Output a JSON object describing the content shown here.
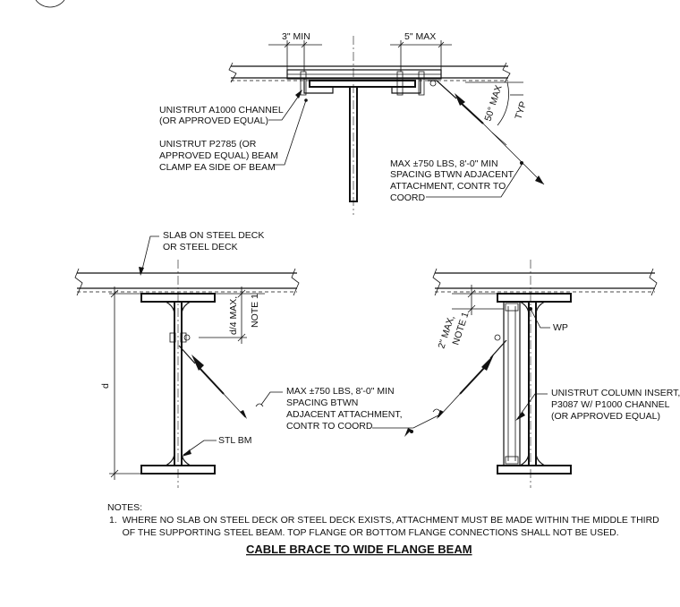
{
  "top_detail": {
    "dim_left": "3\" MIN",
    "dim_right": "5\" MAX",
    "angle_label": "50° MAX",
    "typ_label": "TYP",
    "callout_channel": [
      "UNISTRUT A1000 CHANNEL",
      "(OR APPROVED EQUAL)"
    ],
    "callout_clamp": [
      "UNISTRUT P2785 (OR",
      "APPROVED EQUAL) BEAM",
      "CLAMP EA SIDE OF BEAM"
    ],
    "callout_max": [
      "MAX ±750 LBS, 8'-0\" MIN",
      "SPACING BTWN ADJACENT",
      "ATTACHMENT, CONTR TO",
      "COORD"
    ]
  },
  "left_detail": {
    "callout_slab": [
      "SLAB ON STEEL DECK",
      "OR STEEL DECK"
    ],
    "dim_d4": "d/4 MAX,",
    "dim_note1": "NOTE 1",
    "dim_d": "d",
    "callout_max": [
      "MAX ±750 LBS, 8'-0\" MIN",
      "SPACING BTWN",
      "ADJACENT ATTACHMENT,",
      "CONTR TO COORD"
    ],
    "callout_stl": "STL BM"
  },
  "right_detail": {
    "dim_2max": "2\" MAX,",
    "dim_note1": "NOTE 1",
    "wp_label": "WP",
    "callout_insert": [
      "UNISTRUT COLUMN INSERT,",
      "P3087 W/ P1000 CHANNEL",
      "(OR APPROVED EQUAL)"
    ]
  },
  "notes": {
    "heading": "NOTES:",
    "items": [
      "1.  WHERE NO SLAB ON STEEL DECK OR STEEL DECK EXISTS, ATTACHMENT MUST BE MADE WITHIN THE MIDDLE THIRD",
      "     OF THE SUPPORTING STEEL BEAM. TOP FLANGE OR BOTTOM FLANGE CONNECTIONS SHALL NOT BE USED."
    ]
  },
  "title": "CABLE BRACE TO WIDE FLANGE BEAM"
}
